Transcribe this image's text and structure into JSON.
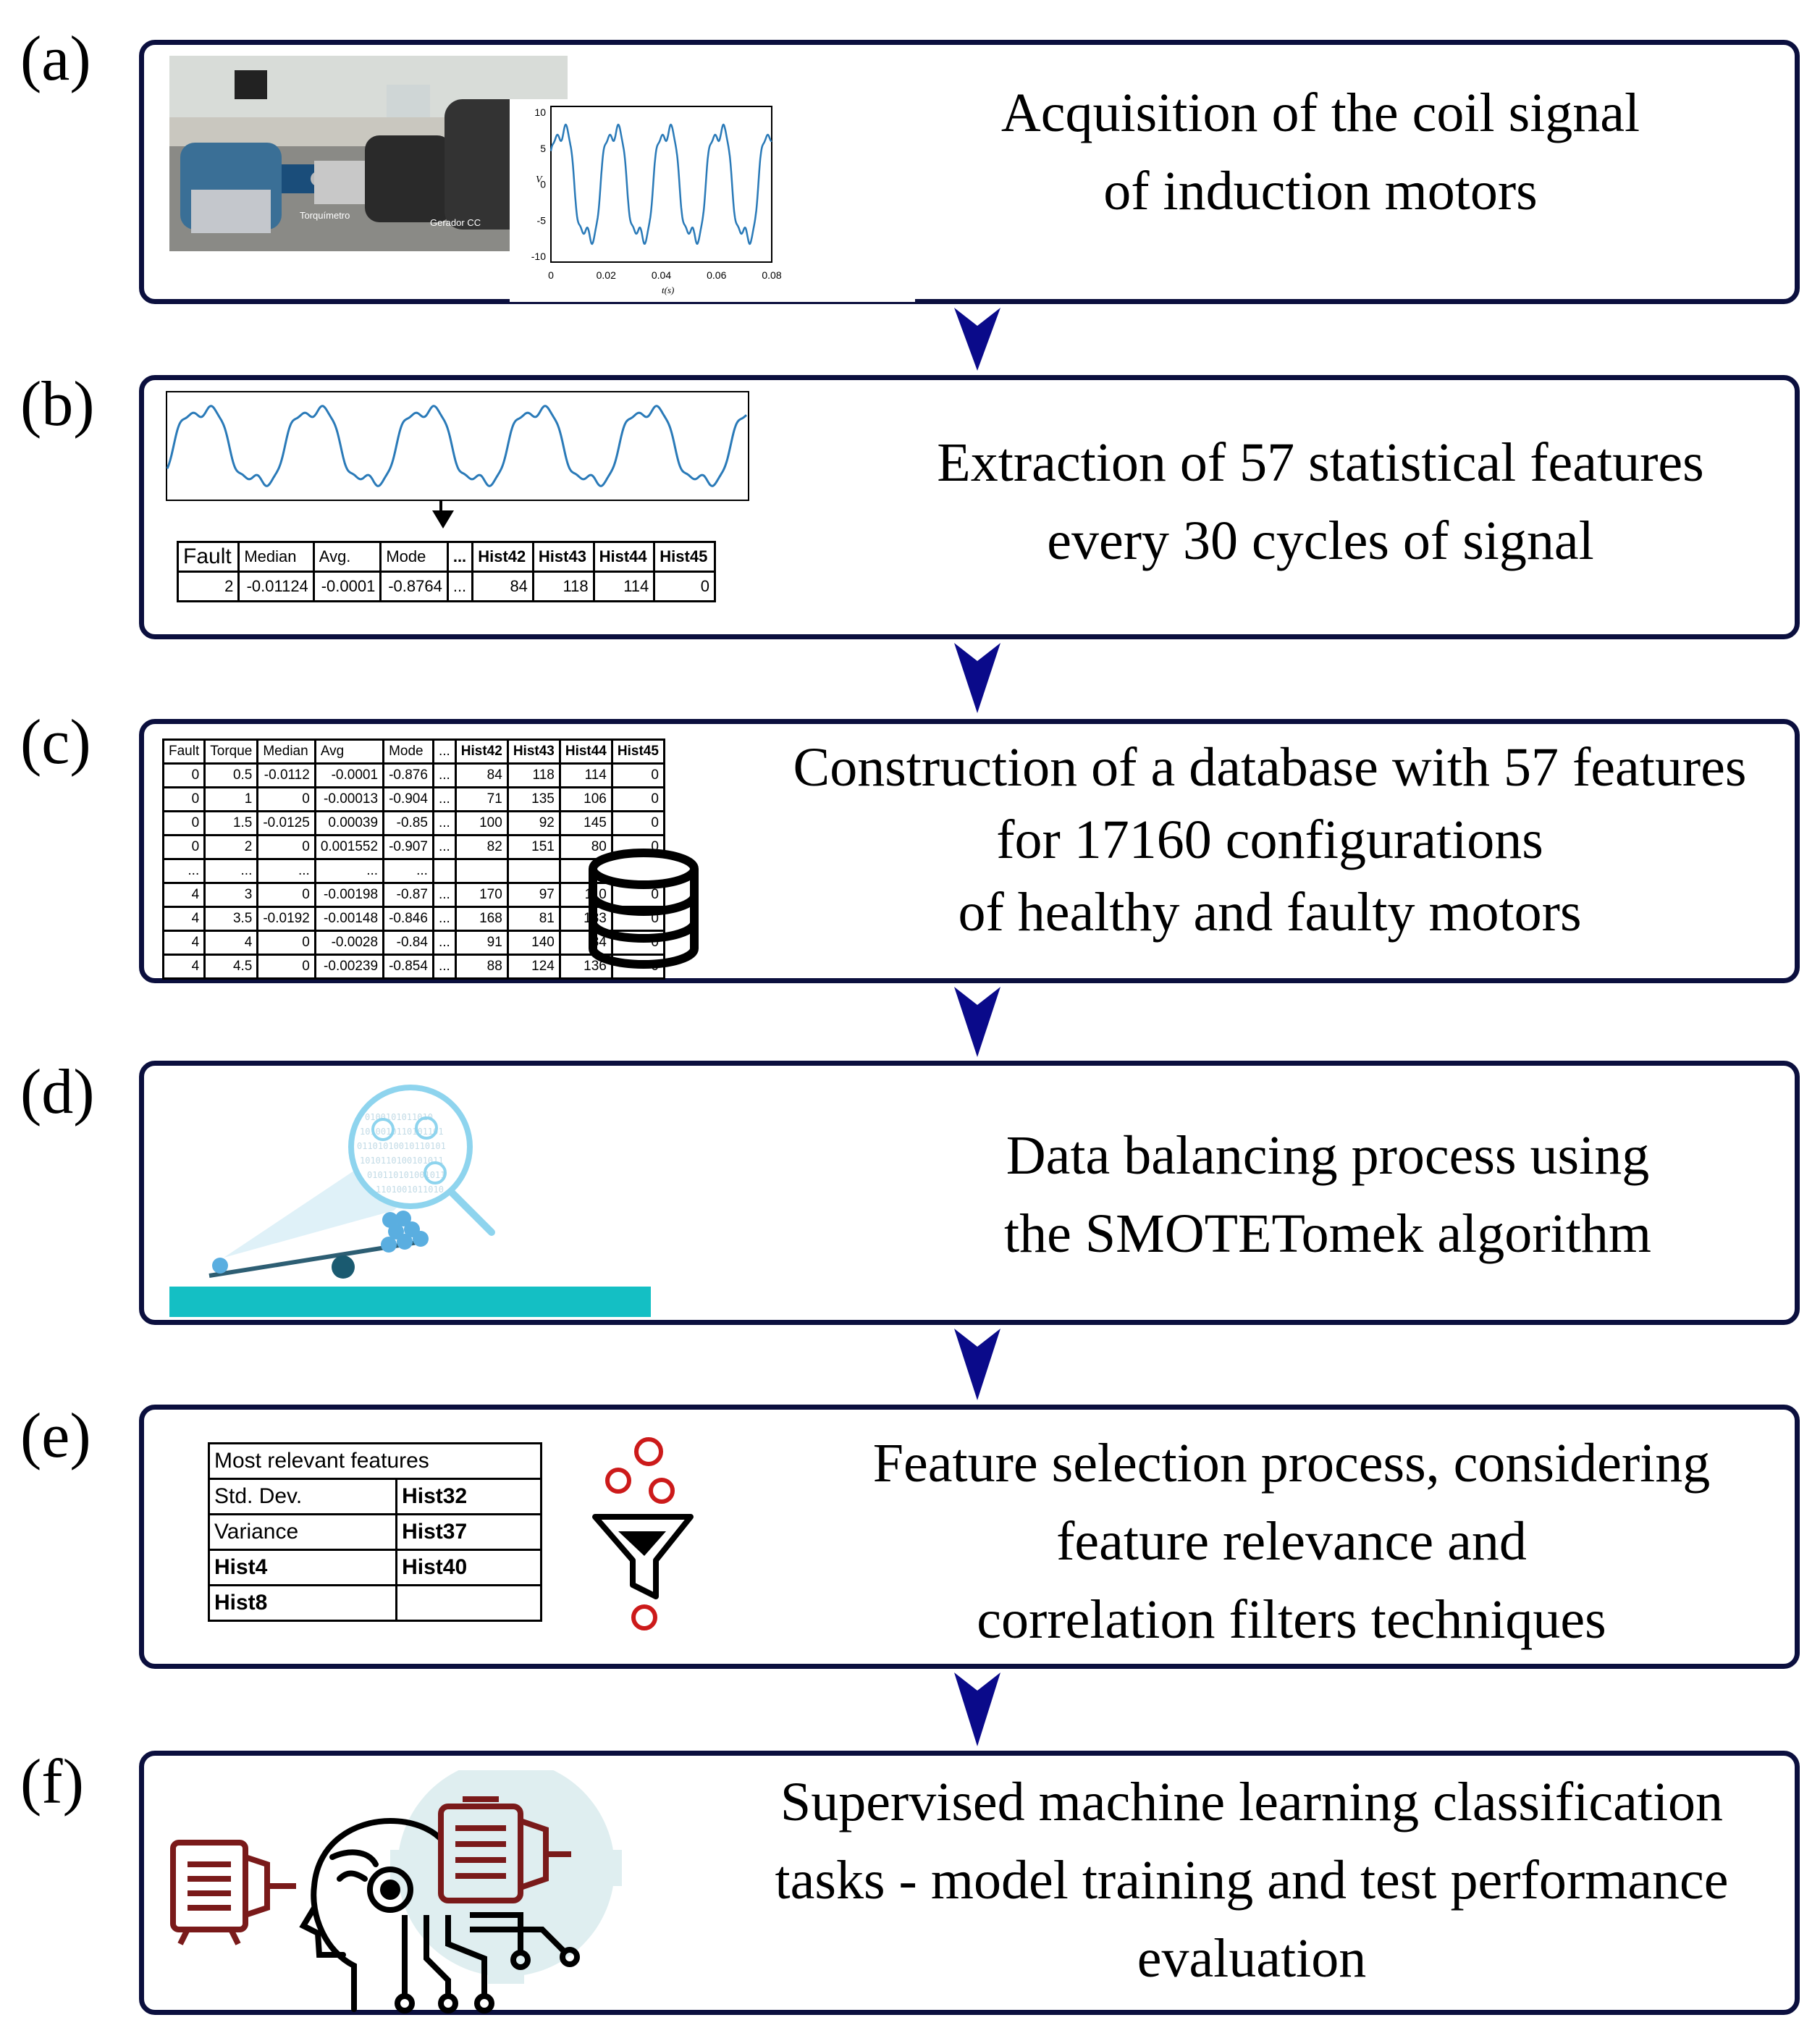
{
  "steps": [
    {
      "label": "(a)",
      "lines": [
        "Acquisition of the coil signal",
        "of induction motors"
      ]
    },
    {
      "label": "(b)",
      "lines": [
        "Extraction of 57 statistical features",
        "every 30 cycles of signal"
      ]
    },
    {
      "label": "(c)",
      "lines": [
        "Construction of a database with 57 features",
        "for 17160 configurations",
        "of healthy and faulty motors"
      ]
    },
    {
      "label": "(d)",
      "lines": [
        "Data balancing process using",
        "the SMOTETomek algorithm"
      ]
    },
    {
      "label": "(e)",
      "lines": [
        "Feature selection process, considering",
        "feature relevance and",
        "correlation filters techniques"
      ]
    },
    {
      "label": "(f)",
      "lines": [
        "Supervised machine learning classification",
        "tasks - model training and test performance",
        "evaluation"
      ]
    }
  ],
  "photo": {
    "label_torque": "Torquímetro",
    "label_generator": "Gerador CC"
  },
  "plot_a": {
    "ylabel": "V",
    "xlabel": "t(s)",
    "yticks": [
      "10",
      "5",
      "0",
      "-5",
      "-10"
    ],
    "xticks": [
      "0",
      "0.02",
      "0.04",
      "0.06",
      "0.08"
    ]
  },
  "table_b": {
    "headers": [
      "Fault",
      "Median",
      "Avg.",
      "Mode",
      "...",
      "Hist42",
      "Hist43",
      "Hist44",
      "Hist45"
    ],
    "row": [
      "2",
      "-0.01124",
      "-0.0001",
      "-0.8764",
      "...",
      "84",
      "118",
      "114",
      "0"
    ]
  },
  "table_c": {
    "headers": [
      "Fault",
      "Torque",
      "Median",
      "Avg",
      "Mode",
      "...",
      "Hist42",
      "Hist43",
      "Hist44",
      "Hist45"
    ],
    "rows": [
      [
        "0",
        "0.5",
        "-0.0112",
        "-0.0001",
        "-0.876",
        "...",
        "84",
        "118",
        "114",
        "0"
      ],
      [
        "0",
        "1",
        "0",
        "-0.00013",
        "-0.904",
        "...",
        "71",
        "135",
        "106",
        "0"
      ],
      [
        "0",
        "1.5",
        "-0.0125",
        "0.00039",
        "-0.85",
        "...",
        "100",
        "92",
        "145",
        "0"
      ],
      [
        "0",
        "2",
        "0",
        "0.001552",
        "-0.907",
        "...",
        "82",
        "151",
        "80",
        "0"
      ],
      [
        "...",
        "...",
        "...",
        "...",
        "...",
        "",
        "",
        "",
        "",
        ""
      ],
      [
        "4",
        "3",
        "0",
        "-0.00198",
        "-0.87",
        "...",
        "170",
        "97",
        "110",
        "0"
      ],
      [
        "4",
        "3.5",
        "-0.0192",
        "-0.00148",
        "-0.846",
        "...",
        "168",
        "81",
        "133",
        "0"
      ],
      [
        "4",
        "4",
        "0",
        "-0.0028",
        "-0.84",
        "...",
        "91",
        "140",
        "84",
        "0"
      ],
      [
        "4",
        "4.5",
        "0",
        "-0.00239",
        "-0.854",
        "...",
        "88",
        "124",
        "136",
        "0"
      ]
    ]
  },
  "table_e": {
    "title": "Most relevant features",
    "rows": [
      [
        "Std. Dev.",
        "Hist32"
      ],
      [
        "Variance",
        "Hist37"
      ],
      [
        "Hist4",
        "Hist40"
      ],
      [
        "Hist8",
        ""
      ]
    ]
  },
  "colors": {
    "border": "#0b0f3e",
    "arrow": "#0a0a8a",
    "signal": "#2a7ab8",
    "teal": "#14bfc4",
    "motor": "#7a1a1a",
    "filter_red": "#cc1a1a"
  }
}
